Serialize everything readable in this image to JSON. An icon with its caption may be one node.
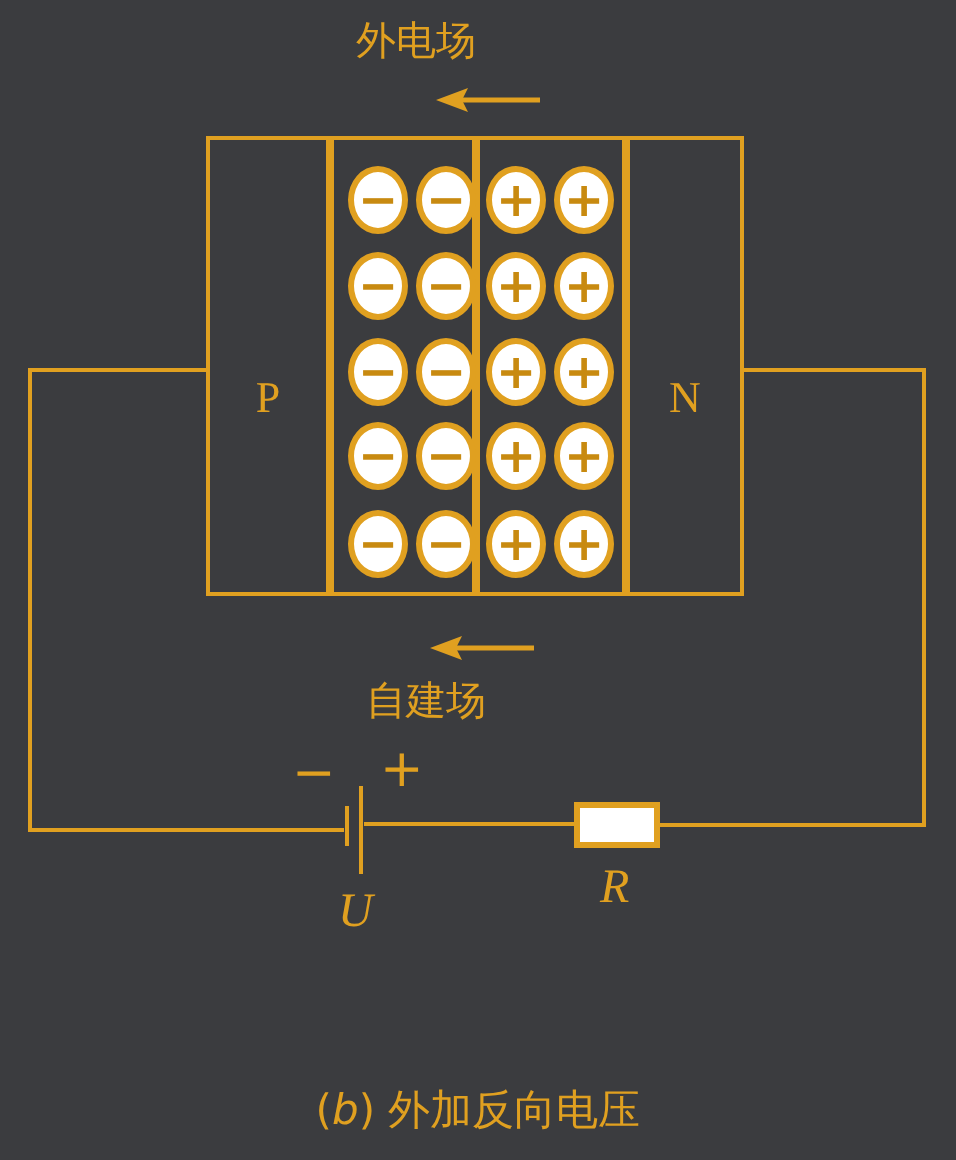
{
  "diagram": {
    "caption": "(*b*) 外加反向电压",
    "nodes": [
      {
        "text": [
          "P"
        ]
      },
      {
        "text": [],
        "shape": "box"
      },
      {
        "text": [
          "−"
        ],
        "in": 1
      },
      {
        "text": [
          "−"
        ],
        "in": 1
      },
      {
        "text": [
          "−"
        ],
        "in": 1
      },
      {
        "text": [
          "−"
        ],
        "in": 1
      },
      {
        "text": [
          "−"
        ],
        "in": 1
      },
      {
        "text": [
          "−"
        ],
        "in": 1
      },
      {
        "text": [
          "−"
        ],
        "in": 1
      },
      {
        "text": [
          "−"
        ],
        "in": 1
      },
      {
        "text": [
          "−"
        ],
        "in": 1
      },
      {
        "text": [
          "−"
        ],
        "in": 1
      },
      {
        "text": [],
        "shape": "box"
      },
      {
        "text": [
          "+"
        ],
        "in": 12
      },
      {
        "text": [
          "+"
        ],
        "in": 12
      },
      {
        "text": [
          "+"
        ],
        "in": 12
      },
      {
        "text": [
          "+"
        ],
        "in": 12
      },
      {
        "text": [
          "+"
        ],
        "in": 12
      },
      {
        "text": [
          "+"
        ],
        "in": 12
      },
      {
        "text": [
          "+"
        ],
        "in": 12
      },
      {
        "text": [
          "+"
        ],
        "in": 12
      },
      {
        "text": [
          "+"
        ],
        "in": 12
      },
      {
        "text": [
          "+"
        ],
        "in": 12
      },
      {
        "text": [
          "N"
        ]
      },
      {
        "text": [],
        "shape": "battery",
        "beside": [
          "−",
          "+",
          "U"
        ]
      },
      {
        "text": [],
        "shape": "box",
        "beside": [
          "R"
        ]
      }
    ],
    "edges": [
      {
        "from": 0,
        "to": 24,
        "arrow": "none"
      },
      {
        "from": 24,
        "to": 25,
        "arrow": "none"
      },
      {
        "from": 25,
        "to": 23,
        "arrow": "none"
      }
    ],
    "labels": [
      "外电场",
      "自建场"
    ]
  }
}
